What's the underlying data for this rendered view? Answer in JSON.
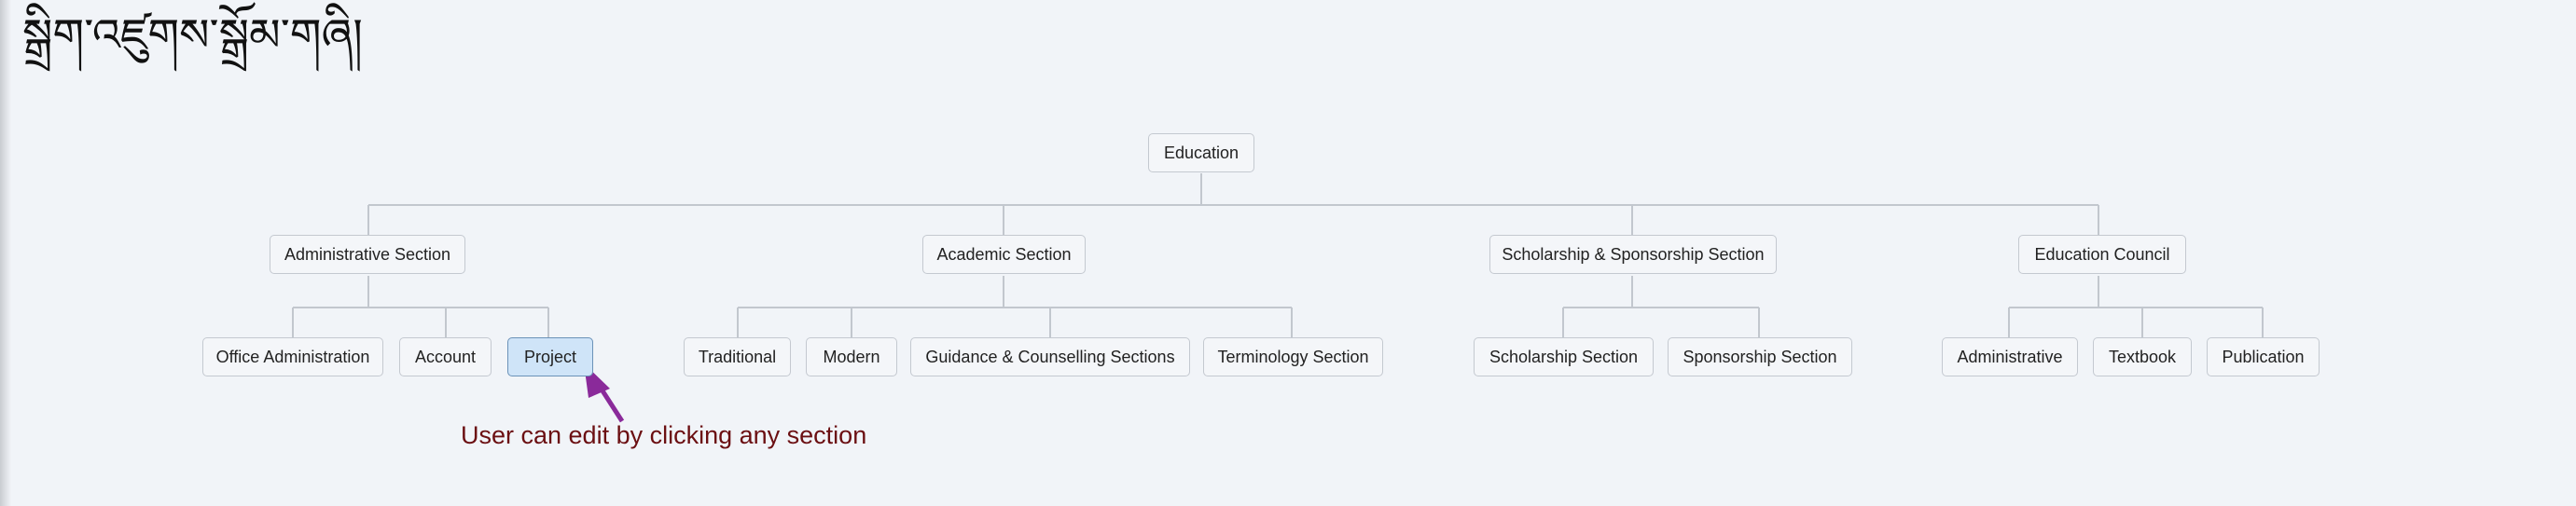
{
  "page": {
    "title": "སྒྲིག་འཛུགས་སྒྲོམ་གཞི།"
  },
  "tree": {
    "root": "Education",
    "sections": [
      {
        "label": "Administrative Section",
        "children": [
          "Office Administration",
          "Account",
          "Project"
        ]
      },
      {
        "label": "Academic Section",
        "children": [
          "Traditional",
          "Modern",
          "Guidance & Counselling Sections",
          "Terminology Section"
        ]
      },
      {
        "label": "Scholarship & Sponsorship Section",
        "children": [
          "Scholarship Section",
          "Sponsorship Section"
        ]
      },
      {
        "label": "Education Council",
        "children": [
          "Administrative",
          "Textbook",
          "Publication"
        ]
      }
    ],
    "selected": "Project"
  },
  "annotation": {
    "text": "User can edit by clicking any section",
    "color": "#6b0f12",
    "arrow_color": "#8a2a9a"
  },
  "colors": {
    "background": "#f1f4f8",
    "node_border": "#c4c9d0",
    "selected_fill": "#cfe4f8",
    "connector": "#c2c7ce"
  }
}
